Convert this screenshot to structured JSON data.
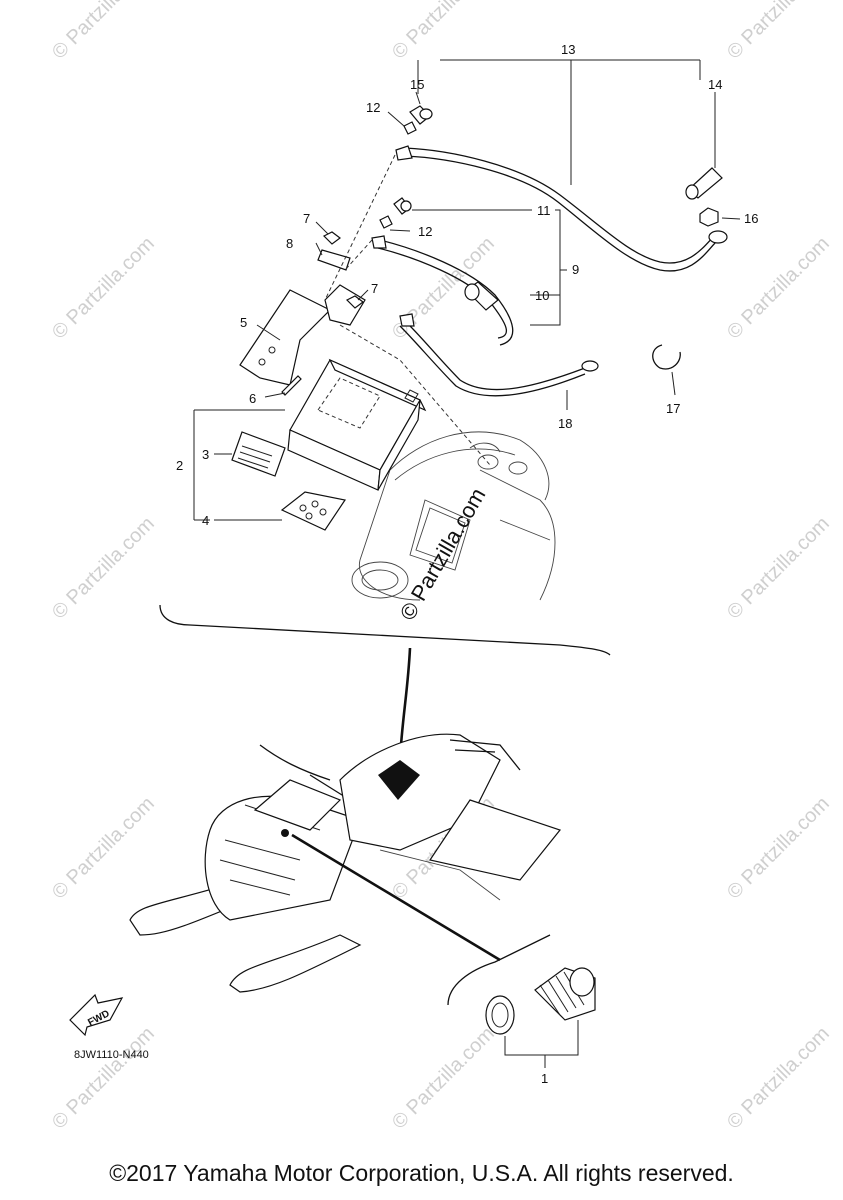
{
  "watermark": "© Partzilla.com",
  "center_watermark": "© Partzilla.com",
  "callouts": [
    {
      "id": "c1",
      "label": "1"
    },
    {
      "id": "c2",
      "label": "2"
    },
    {
      "id": "c3",
      "label": "3"
    },
    {
      "id": "c4",
      "label": "4"
    },
    {
      "id": "c5",
      "label": "5"
    },
    {
      "id": "c6",
      "label": "6"
    },
    {
      "id": "c7a",
      "label": "7"
    },
    {
      "id": "c7b",
      "label": "7"
    },
    {
      "id": "c8",
      "label": "8"
    },
    {
      "id": "c9",
      "label": "9"
    },
    {
      "id": "c10",
      "label": "10"
    },
    {
      "id": "c11",
      "label": "11"
    },
    {
      "id": "c12a",
      "label": "12"
    },
    {
      "id": "c12b",
      "label": "12"
    },
    {
      "id": "c13",
      "label": "13"
    },
    {
      "id": "c14",
      "label": "14"
    },
    {
      "id": "c15",
      "label": "15"
    },
    {
      "id": "c16",
      "label": "16"
    },
    {
      "id": "c17",
      "label": "17"
    },
    {
      "id": "c18",
      "label": "18"
    }
  ],
  "fwd_label": "FWD",
  "diagram_code": "8JW1110-N440",
  "copyright": "©2017 Yamaha Motor Corporation, U.S.A. All rights reserved."
}
